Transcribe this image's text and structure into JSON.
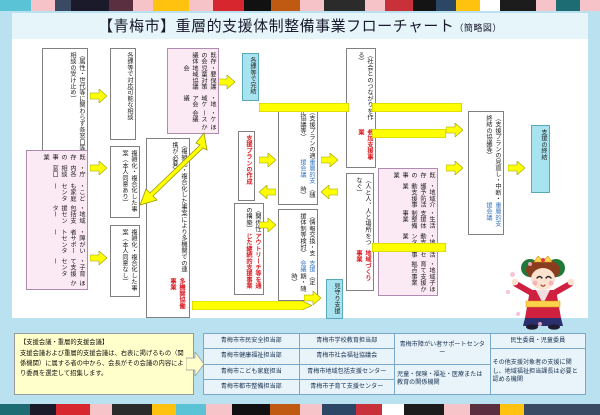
{
  "header": {
    "title_main": "【青梅市】重層的支援体制整備事業フローチャート",
    "title_sub": "（簡略図）"
  },
  "colors": {
    "accent_red": "#d81f26",
    "accent_blue": "#3a78c0",
    "page_bg": "#b9e1ef",
    "arrow": "#ffff00",
    "cyan_box": "#a8e4ef",
    "pink_box": "#fbe9f4",
    "note_bg": "#ffffcc"
  },
  "flow": {
    "intake": {
      "note": "（属性・世代等に関わらず各窓口等で相談の受け止め）",
      "title": "包括的相談支援事業"
    },
    "existing_services": {
      "heading": "既存の事業",
      "items": [
        "・庁内各相談窓口",
        "・こども家庭センター",
        "・地域包括支援センター",
        "・障がい者サポートセンター",
        "・子育て支援センター",
        "ほか"
      ]
    },
    "triage": [
      "各課等で対応可能な相談",
      "複雑化・複合化した事案（本人同意あり）",
      "複雑化・複合化した事案（本人同意なし）"
    ],
    "existing_councils": {
      "heading": "既存の会議体",
      "items": [
        "・要保護児童対策地域協議会",
        "・地域ケア会議",
        "・ケース会議",
        "ほか"
      ]
    },
    "completed_in_dept": "各課等で完結",
    "multi_agency": {
      "note": "（複雑化・複合化した事案により多機関での連携が必要）",
      "title": "多機関協働事業"
    },
    "plan_creation": "支援プランの作成",
    "outreach": {
      "note": "（関係性の構築）",
      "title": "アウトリーチ等を通じた継続的支援事業"
    },
    "council_review": {
      "note": "（支援プランの適正協議等）",
      "title": "重層的支援会議",
      "timing": "（随時）"
    },
    "council_support": {
      "note": "（情報交換・支援体制等検討）",
      "title": "支援会議",
      "timing": "（定期・随時）"
    },
    "watch_support": "見守り支援",
    "participation": {
      "note": "（社会とのつながりを作る）",
      "title": "参加支援事業"
    },
    "community": {
      "note": "（人と人、人と場所をつなぐ）",
      "title": "地域づくり事業"
    },
    "community_existing": {
      "heading": "既存の事業",
      "items": [
        "・地域介護予防活動支援事業",
        "・生活支援体制整備事業",
        "・地域活動支援センター事業",
        "・地域子育て支援拠点事業",
        "ほか"
      ]
    },
    "council_final": {
      "note": "（支援プランの見直し・中断・終結の協議等）",
      "title": "重層的支援会議"
    },
    "termination": "支援の終結"
  },
  "note": {
    "heading": "【支援会議・重層的支援会議】",
    "body": "支援会議および重層的支援会議は、右表に掲げるもの（関係機関）に属する者の中から、会長がその会議の内容により委員を選定して招集します。"
  },
  "agency_table": {
    "rows": [
      [
        "青梅市市民安全担当部",
        "青梅市学校教育担当部",
        "青梅市障がい者サポートセンター",
        "民生委員・児童委員"
      ],
      [
        "青梅市健康福祉担当部",
        "青梅市社会福祉協議会",
        "",
        ""
      ],
      [
        "青梅市こども家庭担当",
        "青梅市地域包括支援センター",
        "児童・保険・福祉・医療または教育の関係機関",
        "その他支援対象者の支援に関し、地域福祉担当課長は必要と認める機関"
      ],
      [
        "青梅市都市整備担当部",
        "青梅市子育て支援センター",
        "",
        ""
      ]
    ]
  }
}
